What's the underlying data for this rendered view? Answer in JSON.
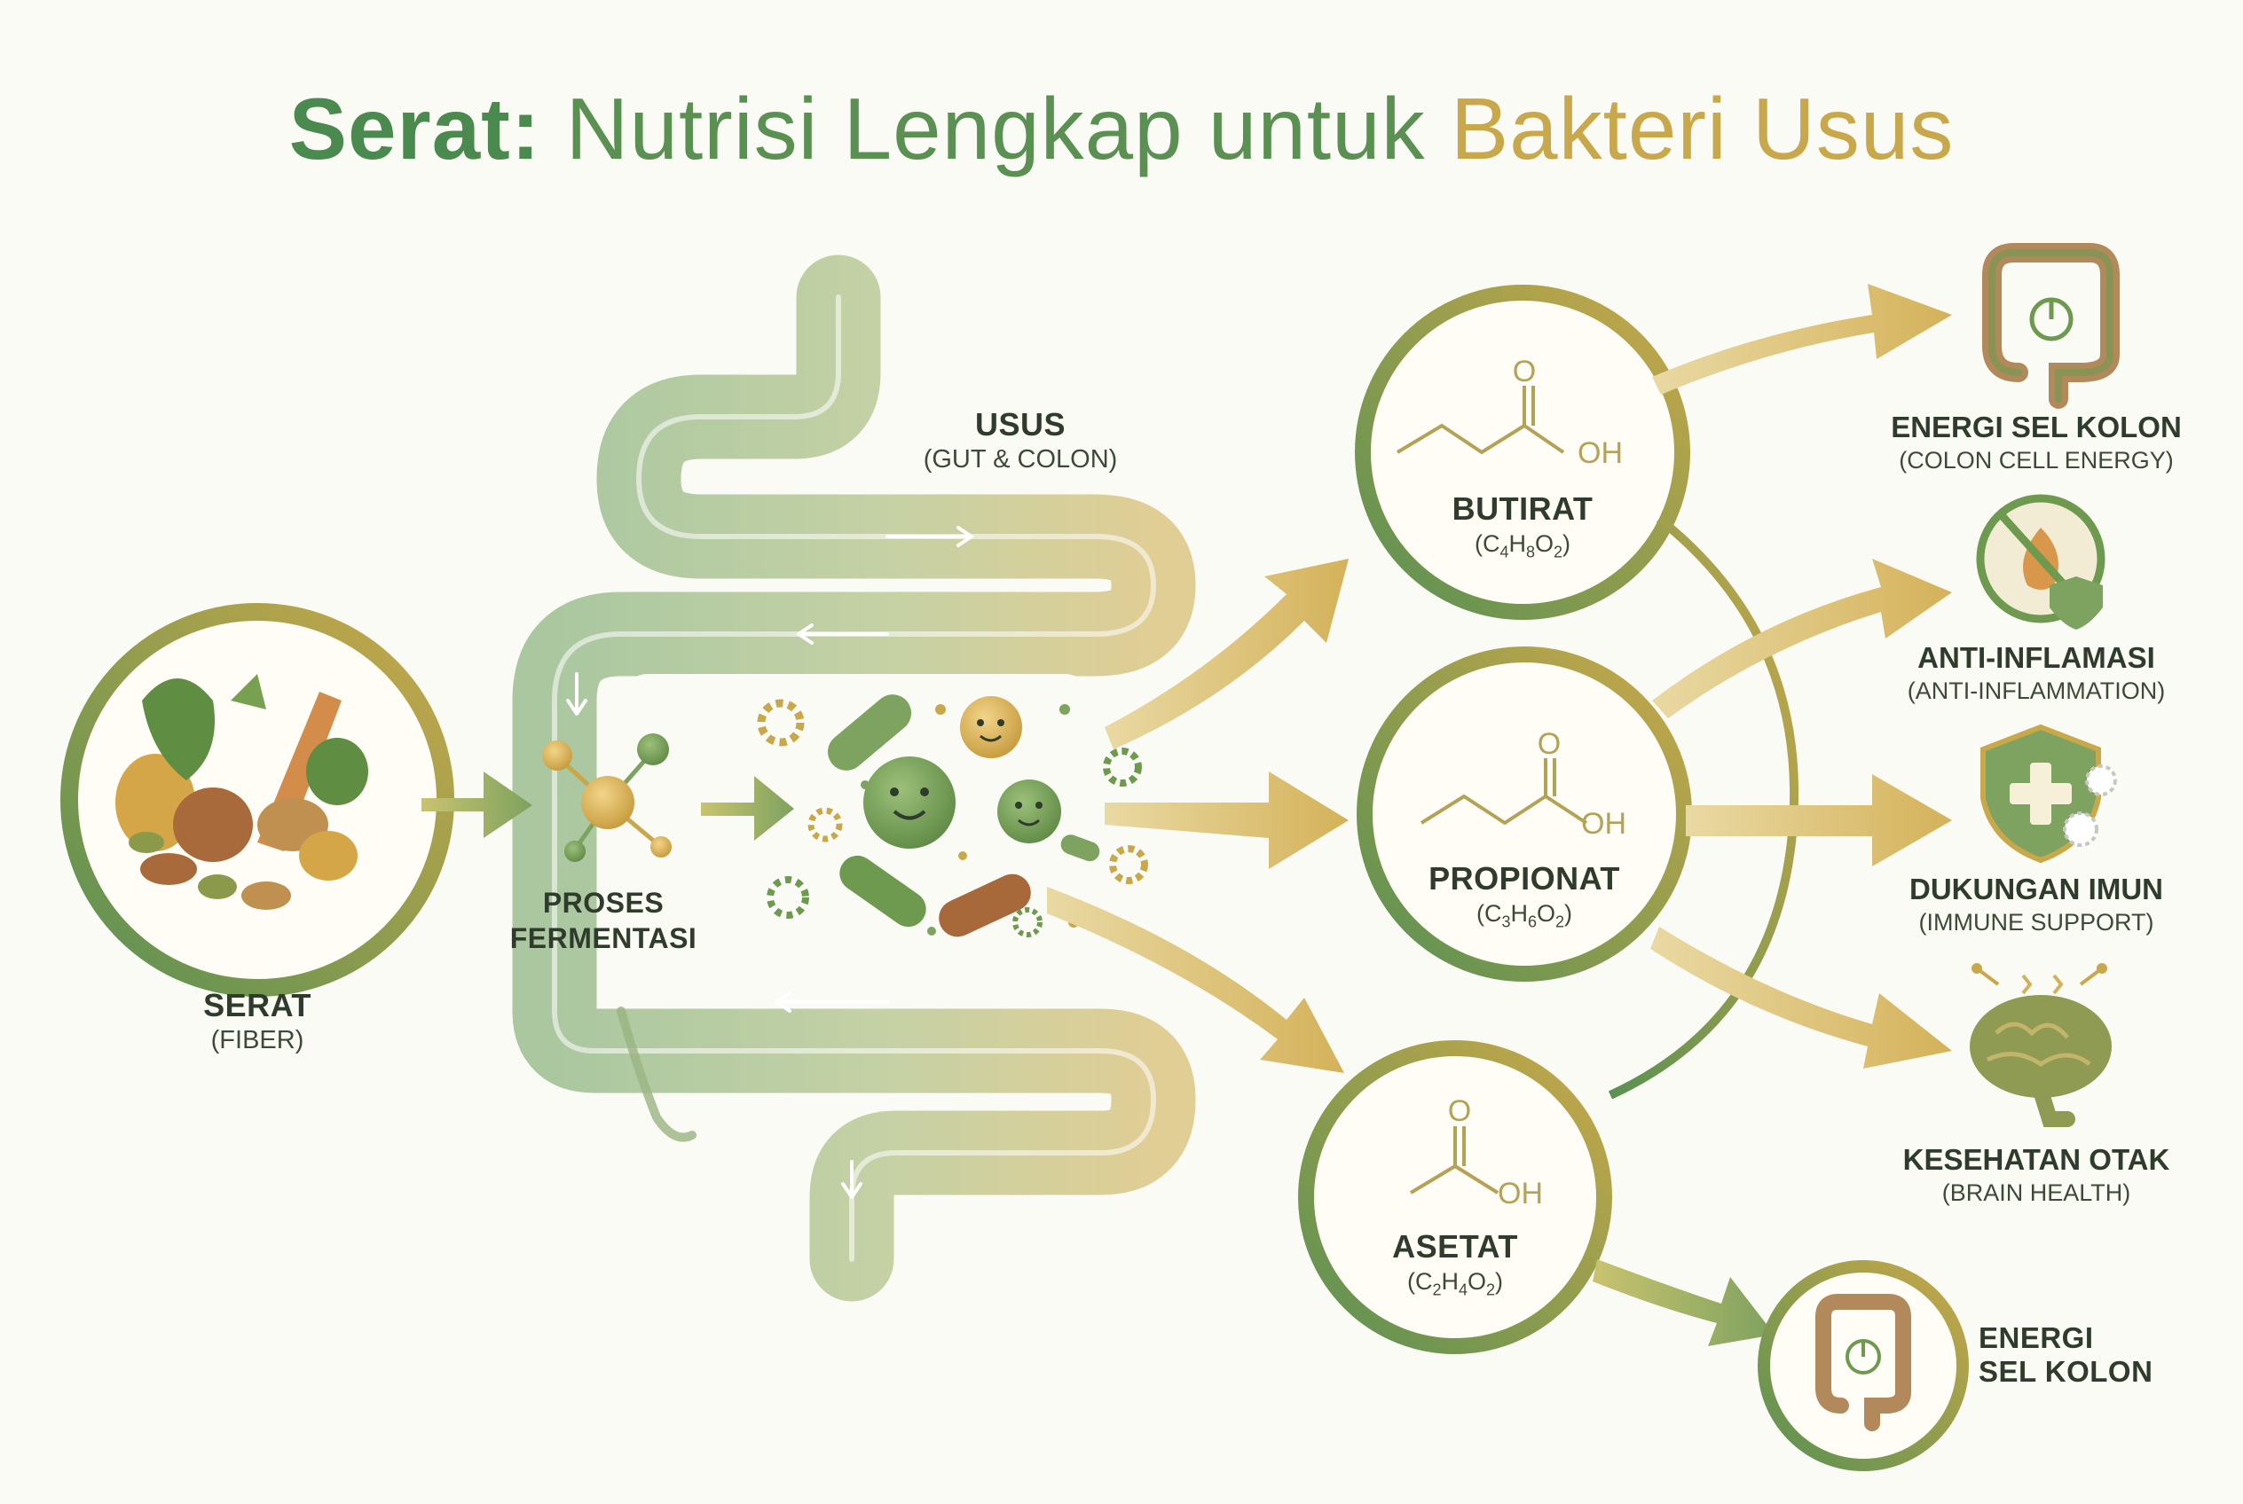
{
  "title": {
    "part1": "Serat:",
    "part2": " Nutrisi Lengkap untuk ",
    "part3": "Bakteri Usus"
  },
  "colors": {
    "green": "#5a9152",
    "dark_green": "#4a8a4e",
    "gold": "#c8a84a",
    "text": "#2f3b2b"
  },
  "fiber": {
    "label": "SERAT",
    "sub": "(FIBER)"
  },
  "gut": {
    "label": "USUS",
    "sub": "(GUT & COLON)"
  },
  "fermentation": {
    "line1": "PROSES",
    "line2": "FERMENTASI"
  },
  "acids": [
    {
      "name": "BUTIRAT",
      "formula_c": "C",
      "c": "4",
      "formula_h": "H",
      "h": "8",
      "formula_o": "O",
      "o": "2"
    },
    {
      "name": "PROPIONAT",
      "formula_c": "C",
      "c": "3",
      "formula_h": "H",
      "h": "6",
      "formula_o": "O",
      "o": "2"
    },
    {
      "name": "ASETAT",
      "formula_c": "C",
      "c": "2",
      "formula_h": "H",
      "h": "4",
      "formula_o": "O",
      "o": "2"
    }
  ],
  "chem_labels": {
    "oxygen": "O",
    "hydroxyl": "OH"
  },
  "benefits": [
    {
      "label": "ENERGI SEL KOLON",
      "sub": "(COLON CELL ENERGY)",
      "icon": "colon-power-icon"
    },
    {
      "label": "ANTI-INFLAMASI",
      "sub": "(ANTI-INFLAMMATION)",
      "icon": "no-fire-shield-icon"
    },
    {
      "label": "DUKUNGAN IMUN",
      "sub": "(IMMUNE SUPPORT)",
      "icon": "shield-cross-icon"
    },
    {
      "label": "KESEHATAN OTAK",
      "sub": "(BRAIN HEALTH)",
      "icon": "brain-icon"
    }
  ],
  "final": {
    "line1": "ENERGI",
    "line2": "SEL KOLON",
    "icon": "colon-power-icon"
  }
}
